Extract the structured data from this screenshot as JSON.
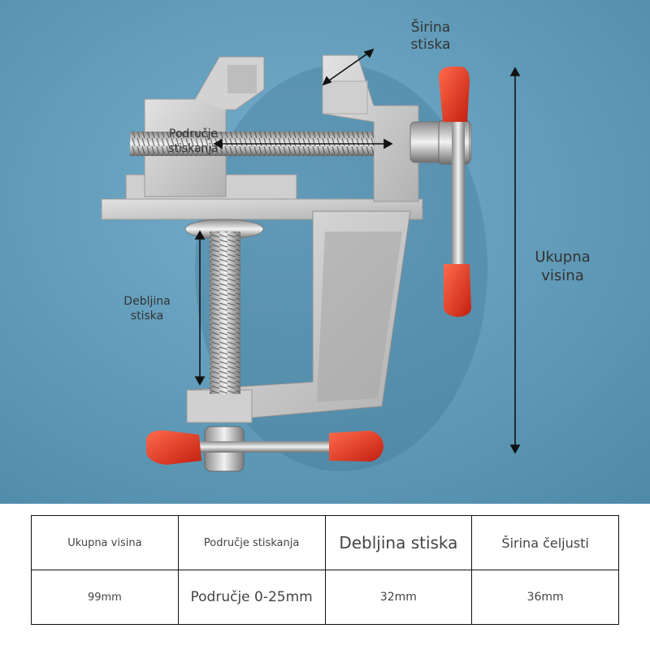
{
  "labels": {
    "sirina_stiska": "Širina stiska",
    "podrucje_stiskanja": "Područje stiskanja",
    "debljina_stiska": "Debljina stiska",
    "ukupna_visina": "Ukupna visina"
  },
  "table": {
    "headers": [
      "Ukupna visina",
      "Područje stiskanja",
      "Debljina stiska",
      "Širina čeljusti"
    ],
    "values": [
      "99mm",
      "Područje 0-25mm",
      "32mm",
      "36mm"
    ]
  },
  "colors": {
    "background": "#5e9ab8",
    "metal": "#c9c9c9",
    "caps": "#e0321e",
    "arrow": "#111111"
  }
}
